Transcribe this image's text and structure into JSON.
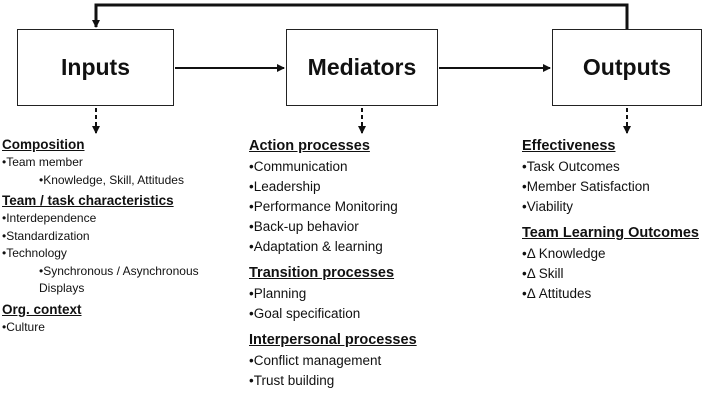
{
  "boxes": {
    "inputs": "Inputs",
    "mediators": "Mediators",
    "outputs": "Outputs"
  },
  "inputs_detail": {
    "composition": {
      "heading": "Composition",
      "item": "•Team member",
      "sub": "•Knowledge, Skill, Attitudes"
    },
    "team_task": {
      "heading": "Team / task characteristics",
      "items": [
        "•Interdependence",
        "•Standardization",
        "•Technology"
      ],
      "sub": "•Synchronous / Asynchronous Displays"
    },
    "org_context": {
      "heading": "Org. context",
      "items": [
        "•Culture"
      ]
    }
  },
  "mediators_detail": {
    "action": {
      "heading": "Action processes",
      "items": [
        "•Communication",
        "•Leadership",
        "•Performance Monitoring",
        "•Back-up behavior",
        "•Adaptation & learning"
      ]
    },
    "transition": {
      "heading": "Transition processes",
      "items": [
        "•Planning",
        "•Goal specification"
      ]
    },
    "interpersonal": {
      "heading": "Interpersonal processes",
      "items": [
        "•Conflict management",
        "•Trust building"
      ]
    }
  },
  "outputs_detail": {
    "effectiveness": {
      "heading": "Effectiveness",
      "items": [
        "•Task Outcomes",
        "•Member Satisfaction",
        "•Viability"
      ]
    },
    "team_learning": {
      "heading": "Team Learning Outcomes",
      "items": [
        "•Δ Knowledge",
        "•Δ Skill",
        "•Δ Attitudes"
      ]
    }
  }
}
